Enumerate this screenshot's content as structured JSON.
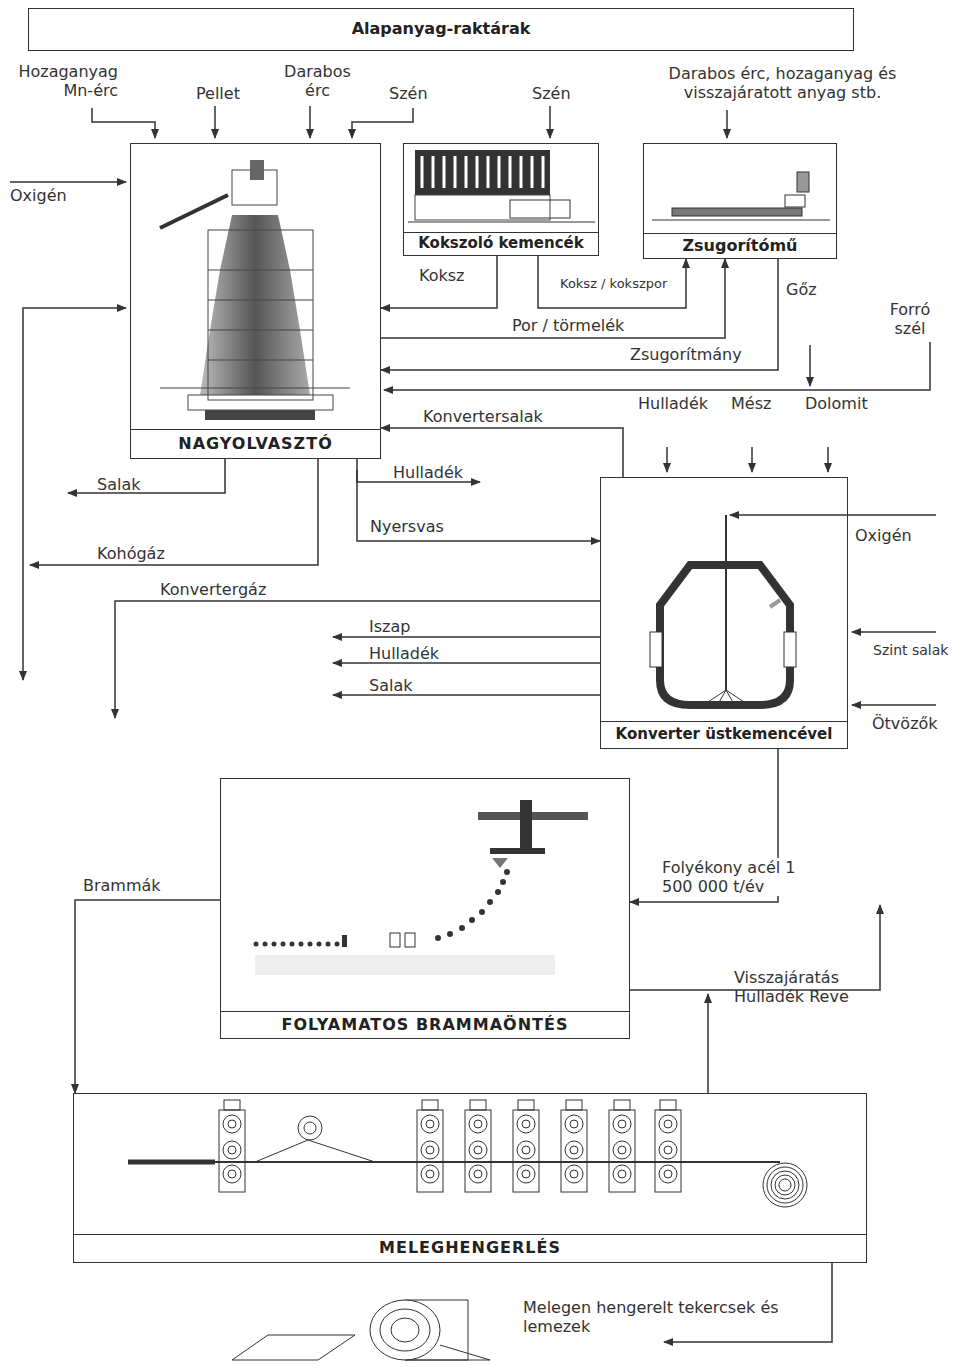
{
  "diagram": {
    "nodes": [
      {
        "text": [
          "Alapanyag-raktárak"
        ]
      },
      {
        "text": [
          "NAGYOLVASZTÓ"
        ]
      },
      {
        "text": [
          "Kokszoló kemencék"
        ]
      },
      {
        "text": [
          "Zsugorítómű"
        ]
      },
      {
        "text": [
          "Konverter üstkemencével"
        ]
      },
      {
        "text": [
          "FOLYAMATOS BRAMMAÖNTÉS"
        ]
      },
      {
        "text": [
          "MELEGHENGERLÉS"
        ]
      }
    ],
    "edges": [
      {
        "from": 2,
        "to": 1,
        "arrow": "to",
        "label": "Koksz"
      },
      {
        "from": 2,
        "to": 3,
        "arrow": "to",
        "label": "Koksz / kokszpor"
      },
      {
        "from": 1,
        "to": 3,
        "arrow": "to",
        "label": "Por / törmelék"
      },
      {
        "from": 3,
        "to": 1,
        "arrow": "to",
        "label": "Zsugorítmány"
      },
      {
        "from": 4,
        "to": 1,
        "arrow": "to",
        "label": "Konvertersalak"
      },
      {
        "from": 1,
        "to": 4,
        "arrow": "to",
        "label": "Nyersvas"
      },
      {
        "from": 4,
        "to": 5,
        "arrow": "to",
        "label": "Folyékony acél 1 500 000 t/év"
      },
      {
        "from": 5,
        "to": 6,
        "arrow": "to",
        "label": "Brammák"
      }
    ],
    "labels": [
      "Hozaganyag Mn-érc",
      "Pellet",
      "Darabos érc",
      "Szén",
      "Szén",
      "Darabos érc, hozaganyag és visszajáratott anyag stb.",
      "Oxigén",
      "Gőz",
      "Forró szél",
      "Hulladék",
      "Mész",
      "Dolomit",
      "Salak",
      "Hulladék",
      "Kohógáz",
      "Konvertergáz",
      "Iszap",
      "Hulladék",
      "Salak",
      "Oxigén",
      "Szint salak",
      "Ötvözők",
      "Visszajáratás Hulladék Reve",
      "Melegen hengerelt tekercsek és lemezek"
    ]
  }
}
